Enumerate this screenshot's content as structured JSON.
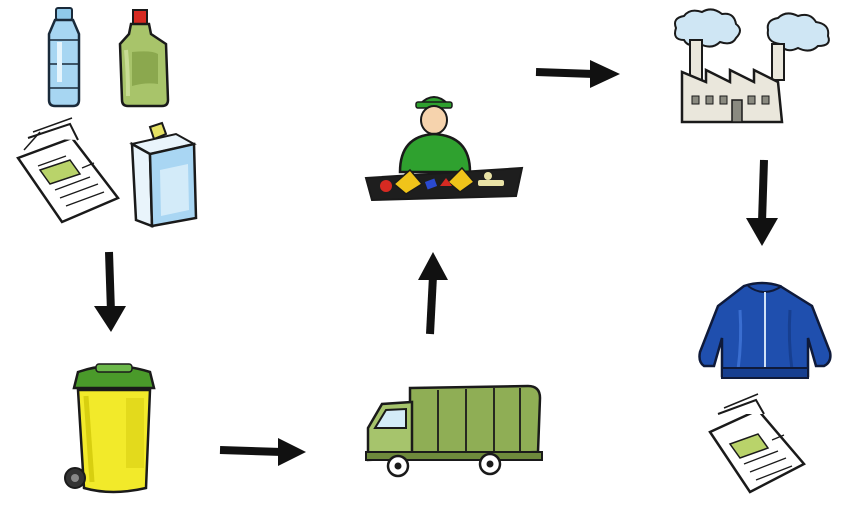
{
  "diagram": {
    "type": "recycling-process-flow",
    "steps": [
      {
        "id": "waste-items",
        "icon": "recyclable-items-icon",
        "items": [
          "water-bottle-icon",
          "detergent-bottle-icon",
          "newspaper-icon",
          "milk-carton-icon"
        ]
      },
      {
        "id": "recycling-bin",
        "icon": "yellow-wheelie-bin-icon"
      },
      {
        "id": "collection-truck",
        "icon": "garbage-truck-icon"
      },
      {
        "id": "sorting",
        "icon": "sorting-worker-icon"
      },
      {
        "id": "factory",
        "icon": "factory-icon"
      },
      {
        "id": "new-products",
        "icon": "new-products-icon",
        "items": [
          "jacket-icon",
          "newspaper-icon"
        ]
      }
    ],
    "arrows": [
      {
        "from": "waste-items",
        "to": "recycling-bin",
        "direction": "down"
      },
      {
        "from": "recycling-bin",
        "to": "collection-truck",
        "direction": "right"
      },
      {
        "from": "collection-truck",
        "to": "sorting",
        "direction": "up"
      },
      {
        "from": "sorting",
        "to": "factory",
        "direction": "right"
      },
      {
        "from": "factory",
        "to": "new-products",
        "direction": "down"
      }
    ],
    "colors": {
      "arrow": "#111111",
      "bin_body": "#f2ea2a",
      "bin_lid": "#4a9a2a",
      "truck": "#8fae55",
      "worker": "#2fa12f",
      "factory": "#eae7dc",
      "jacket": "#1f4fae",
      "smoke": "#cfe6f4"
    }
  }
}
